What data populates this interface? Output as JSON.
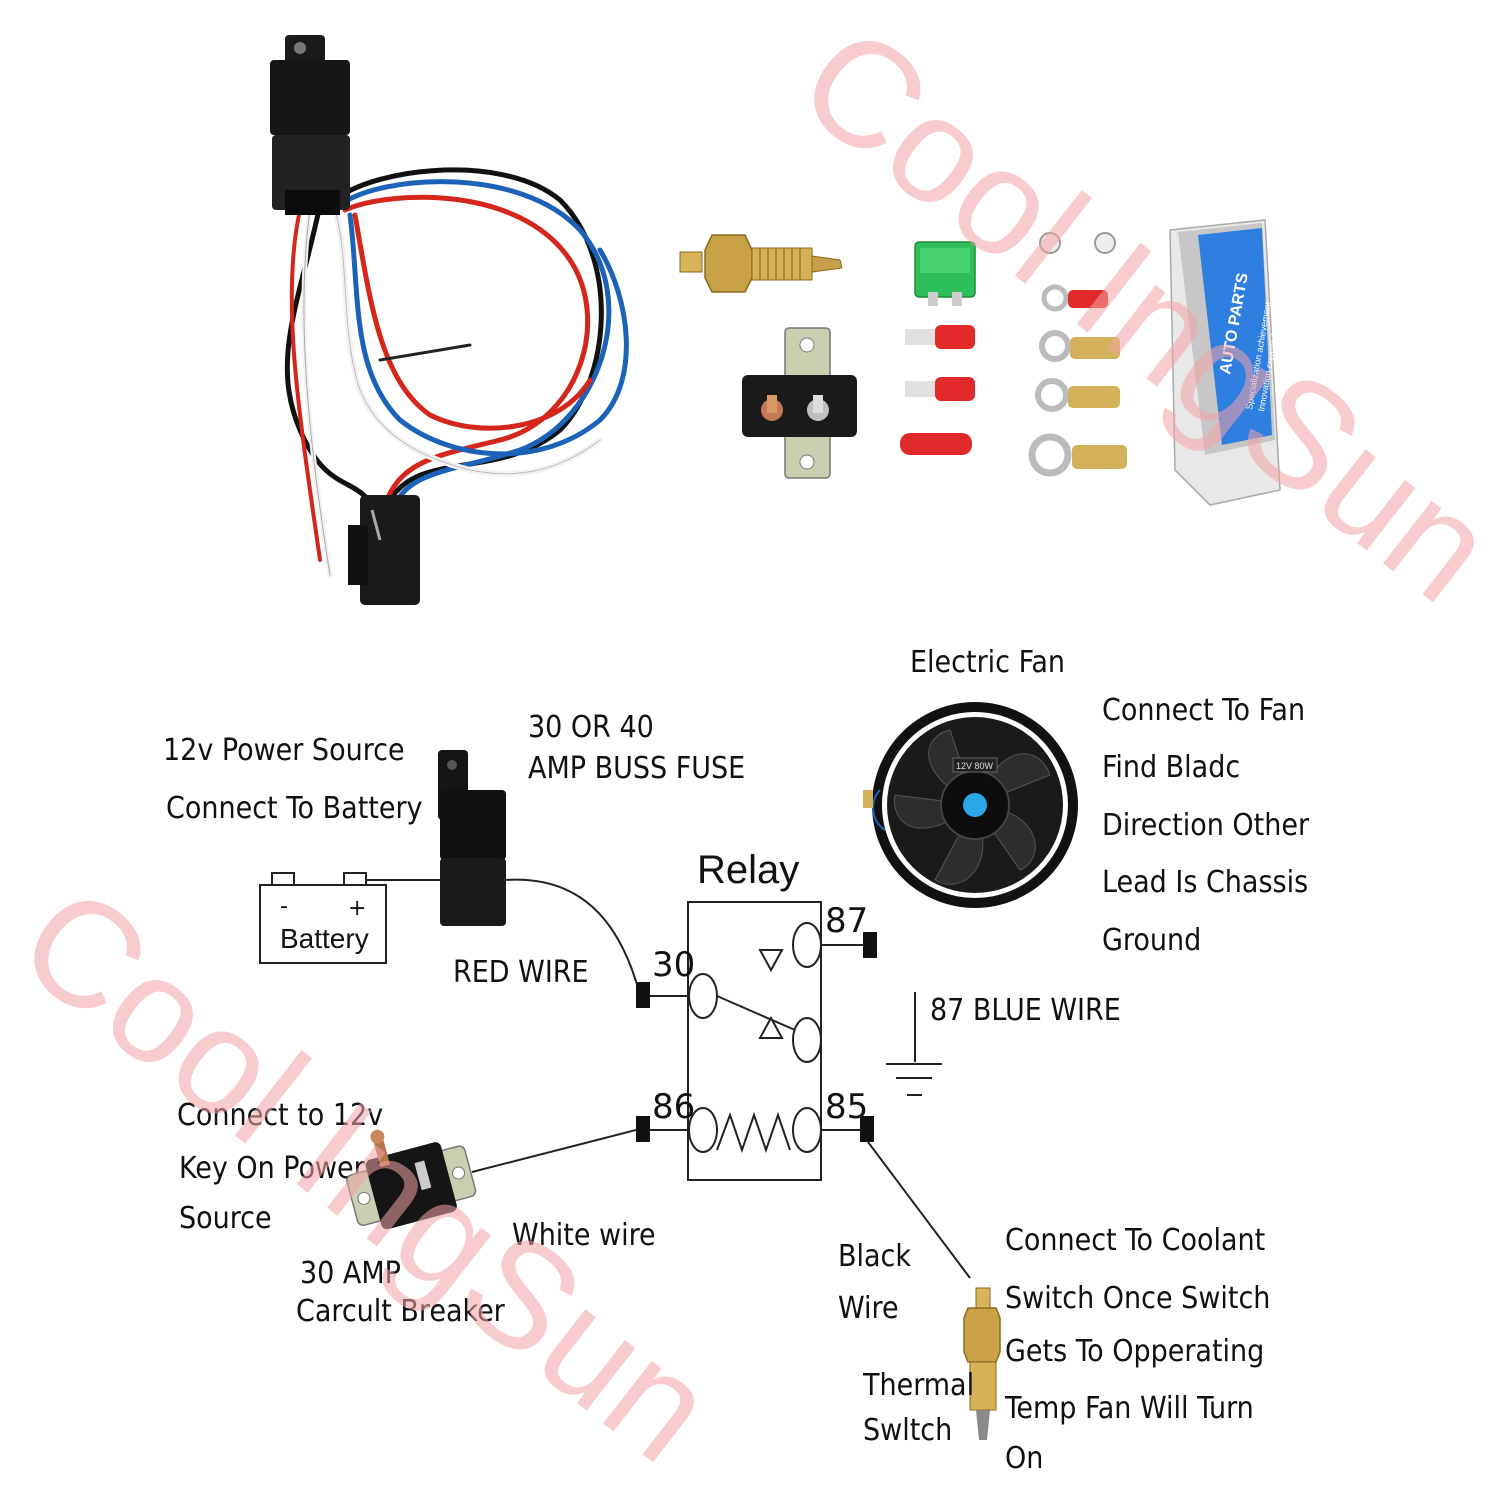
{
  "watermark": "Cool IngSun",
  "parts": {
    "relay_harness": "relay-harness-with-wires",
    "thermal_switch": "thermal-switch",
    "fuse": "fuse",
    "circuit_breaker": "circuit-breaker",
    "terminals": "terminals",
    "ring_terminals": "ring-terminals",
    "package_box": {
      "brand": "AUTO PARTS",
      "line1": "Specialization achievement",
      "line2": "Innovation creates future"
    }
  },
  "labels": {
    "power_source": [
      "12v Power Source",
      "Connect To Battery"
    ],
    "fuse": [
      "30 OR 40",
      "AMP BUSS FUSE"
    ],
    "battery": {
      "minus": "-",
      "plus": "+",
      "name": "Battery"
    },
    "red_wire": "RED WIRE",
    "relay_title": "Relay",
    "pins": {
      "p30": "30",
      "p87": "87",
      "p86": "86",
      "p85": "85"
    },
    "blue_wire": "87 BLUE WIRE",
    "electric_fan": "Electric Fan",
    "fan_badge": "12V 80W",
    "fan_note": [
      "Connect To Fan",
      "Find Bladc",
      "Direction Other",
      "Lead Is Chassis",
      "Ground"
    ],
    "key_on": [
      "Connect to 12v",
      "Key On Power",
      "Source"
    ],
    "breaker": [
      "30 AMP",
      "Carcult Breaker"
    ],
    "white_wire": "White wire",
    "black_wire": [
      "Black",
      "Wire"
    ],
    "thermal": [
      "Thermal",
      "Swltch"
    ],
    "coolant_note": [
      "Connect To Coolant",
      "Switch Once Switch",
      "Gets To Opperating",
      "Temp Fan Will Turn",
      "On"
    ]
  }
}
